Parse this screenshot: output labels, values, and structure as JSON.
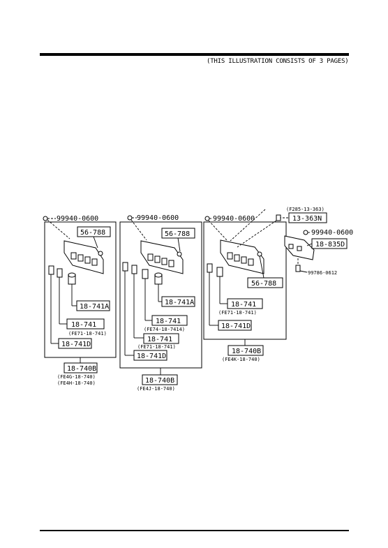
{
  "header": {
    "page_note": "(THIS ILLUSTRATION CONSISTS OF  3 PAGES)"
  },
  "group1": {
    "bolt": "99940-0600",
    "bracket": "56-788",
    "p741a": "18-741A",
    "p741": "18-741",
    "p741_alt": "(FE71-18-741)",
    "p741d": "18-741D",
    "assy": "18-740B",
    "assy_alt1": "(FE4G-18-740)",
    "assy_alt2": "(FE4H-18-740)"
  },
  "group2": {
    "bolt": "99940-0600",
    "bracket": "56-788",
    "p741a": "18-741A",
    "p741_1": "18-741",
    "p741_1_alt": "(FE74-18-7414)",
    "p741_2": "18-741",
    "p741_2_alt": "(FE71-18-741)",
    "p741d": "18-741D",
    "assy": "18-740B",
    "assy_alt": "(FE4J-18-740)"
  },
  "group3": {
    "bolt": "99940-0600",
    "bracket": "56-788",
    "p741": "18-741",
    "p741_alt": "(FE71-18-741)",
    "p741d": "18-741D",
    "assy": "18-740B",
    "assy_alt": "(FE4K-18-740)"
  },
  "group4": {
    "p363_alt": "(F285-13-363)",
    "p363": "13-363N",
    "bolt": "99940-0600",
    "p835": "18-835D",
    "screw": "99786-0612"
  }
}
